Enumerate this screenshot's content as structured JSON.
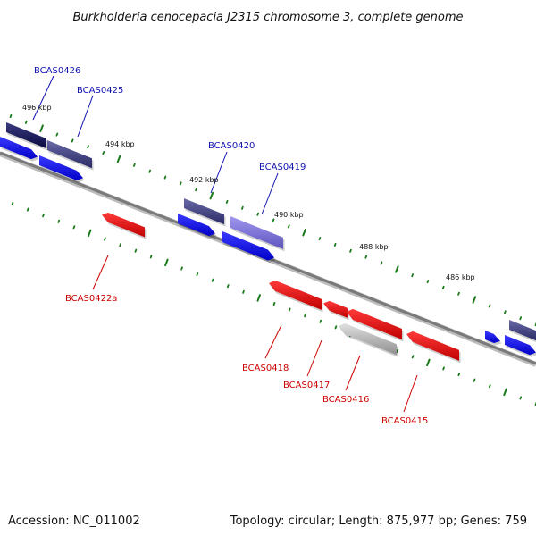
{
  "title": "Burkholderia cenocepacia J2315 chromosome 3, complete genome",
  "footer": {
    "accession": "Accession: NC_011002",
    "stats": "Topology: circular; Length: 875,977 bp; Genes: 759"
  },
  "ruler_labels": [
    "496 kbp",
    "494 kbp",
    "492 kbp",
    "490 kbp",
    "488 kbp",
    "486 kbp"
  ],
  "gene_labels": {
    "forward": [
      "BCAS0426",
      "BCAS0425",
      "BCAS0420",
      "BCAS0419"
    ],
    "reverse": [
      "BCAS0422a",
      "BCAS0418",
      "BCAS0417",
      "BCAS0416",
      "BCAS0415"
    ]
  },
  "colors": {
    "backbone": "#7a7a7a",
    "tick": "#1a7a1a",
    "forward_gene": "#1010e0",
    "forward_label": "#1010b0",
    "cog_gene": "#4a4a8a",
    "reverse_gene": "#e00000",
    "reverse_label": "#cc0000",
    "pseudo_gene": "#b0b0b0"
  }
}
